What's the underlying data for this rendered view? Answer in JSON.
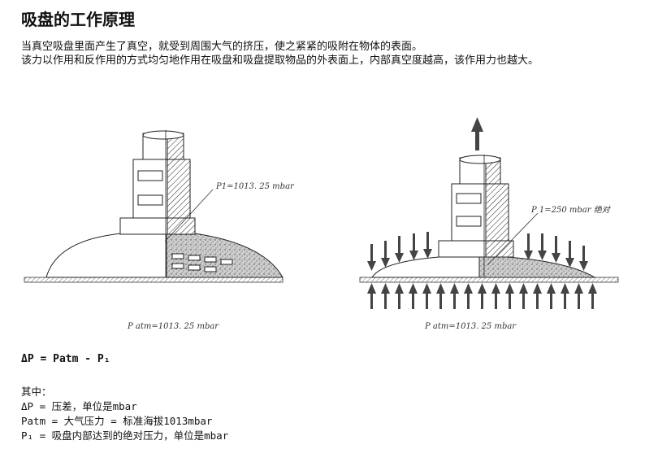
{
  "title": "吸盘的工作原理",
  "intro": {
    "line1": "当真空吸盘里面产生了真空，就受到周围大气的挤压，使之紧紧的吸附在物体的表面。",
    "line2": "该力以作用和反作用的方式均匀地作用在吸盘和吸盘提取物品的外表面上，内部真空度越高，该作用力也越大。"
  },
  "diagram": {
    "left": {
      "p1_label": "P1=1013. 25 mbar",
      "patm_label": "P atm=1013. 25 mbar"
    },
    "right": {
      "p1_label": "P 1=250 mbar 绝对",
      "patm_label": "P atm=1013. 25 mbar"
    }
  },
  "formula": "ΔP = Patm - P₁",
  "definitions": {
    "heading": "其中：",
    "items": [
      "ΔP = 压差，单位是mbar",
      "Patm = 大气压力 = 标准海拔1013mbar",
      "P₁ = 吸盘内部达到的绝对压力，单位是mbar"
    ]
  }
}
